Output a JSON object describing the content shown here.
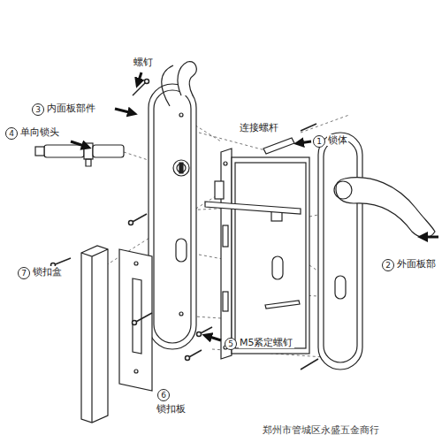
{
  "diagram": {
    "labels": [
      "螺钉",
      "3",
      "内面板部件",
      "4",
      "单向锁头",
      "连接螺杆",
      "1",
      "锁体",
      "2",
      "外面板部",
      "5",
      "M5紧定螺钉",
      "6",
      "锁扣板",
      "7",
      "锁扣盒",
      "郑州市管城区永盛五金商行"
    ]
  }
}
